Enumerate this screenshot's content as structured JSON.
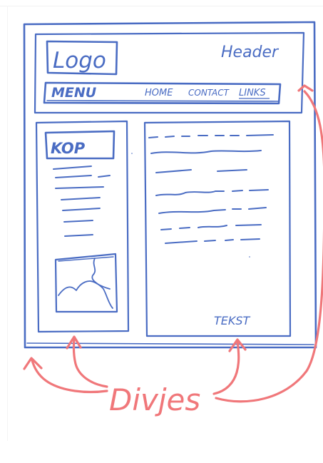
{
  "header": {
    "logo_label": "Logo",
    "title": "Header"
  },
  "menu": {
    "label": "MENU",
    "links": [
      "HOME",
      "CONTACT",
      "LINKS"
    ]
  },
  "sidebar": {
    "heading": "KOP"
  },
  "content": {
    "caption": "TEKST"
  },
  "annotation": {
    "label": "Divjes"
  },
  "colors": {
    "ink_blue": "#4a6cc3",
    "ink_red": "#f0777a",
    "paper": "#ffffff"
  }
}
